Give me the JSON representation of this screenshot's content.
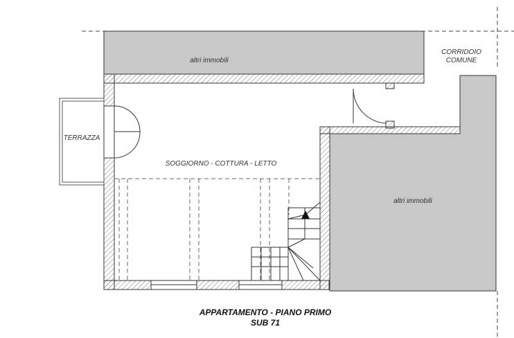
{
  "plan": {
    "labels": {
      "altri_immobili_top": "altri immobili",
      "altri_immobili_right": "altri immobili",
      "corridoio_line1": "CORRIDOIO",
      "corridoio_line2": "COMUNE",
      "terrazza": "TERRAZZA",
      "main_room": "SOGGIORNO - COTTURA - LETTO"
    },
    "title": {
      "line1": "APPARTAMENTO - PIANO PRIMO",
      "line2": "SUB 71"
    },
    "colors": {
      "neighbor_fill": "#c8c8c8",
      "wall_stroke": "#333333",
      "hatch": "#777777"
    }
  }
}
